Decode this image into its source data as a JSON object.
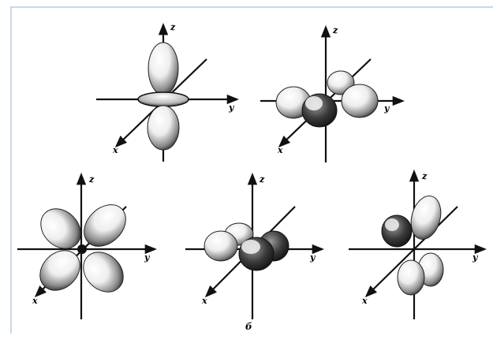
{
  "figure": {
    "axis_labels": {
      "z": "z",
      "y": "y",
      "x": "x"
    },
    "caption": "б"
  },
  "colors": {
    "frame": "#c9d7e6",
    "axis": "#111111",
    "lobe_light": "#ffffff",
    "lobe_dark": "#1a1a1a"
  }
}
